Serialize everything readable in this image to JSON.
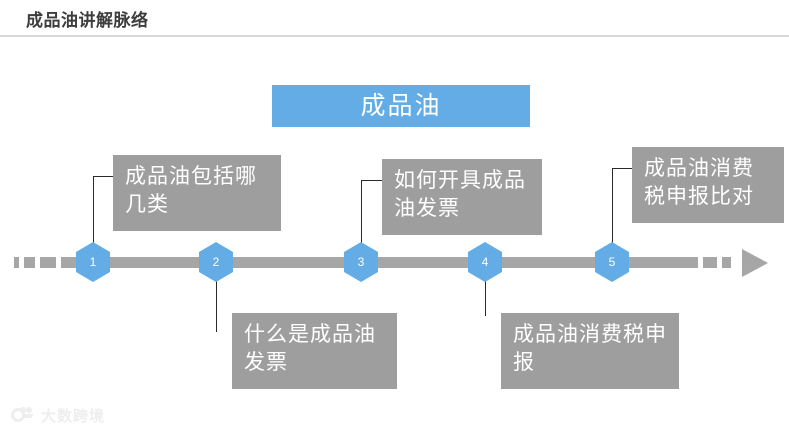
{
  "page": {
    "title": "成品油讲解脉络"
  },
  "header": {
    "banner_label": "成品油",
    "banner_color": "#63ace5"
  },
  "theme": {
    "accent_blue": "#63ace5",
    "box_gray": "#9e9e9e",
    "axis_gray": "#a6a6a6",
    "title_text": "#3d3d3d",
    "rule_gray": "#d8d8d8"
  },
  "timeline": {
    "nodes": [
      {
        "number": "1",
        "position": "above"
      },
      {
        "number": "2",
        "position": "below"
      },
      {
        "number": "3",
        "position": "above"
      },
      {
        "number": "4",
        "position": "below"
      },
      {
        "number": "5",
        "position": "above"
      }
    ]
  },
  "notes": [
    {
      "id": "note-1",
      "text": "成品油包括哪几类"
    },
    {
      "id": "note-2",
      "text": "什么是成品油发票"
    },
    {
      "id": "note-3",
      "text": "如何开具成品油发票"
    },
    {
      "id": "note-4",
      "text": "成品油消费税申报"
    },
    {
      "id": "note-5",
      "text": "成品油消费税申报比对"
    }
  ],
  "watermark": {
    "text": "大数跨境",
    "icon": "mascot-icon"
  }
}
